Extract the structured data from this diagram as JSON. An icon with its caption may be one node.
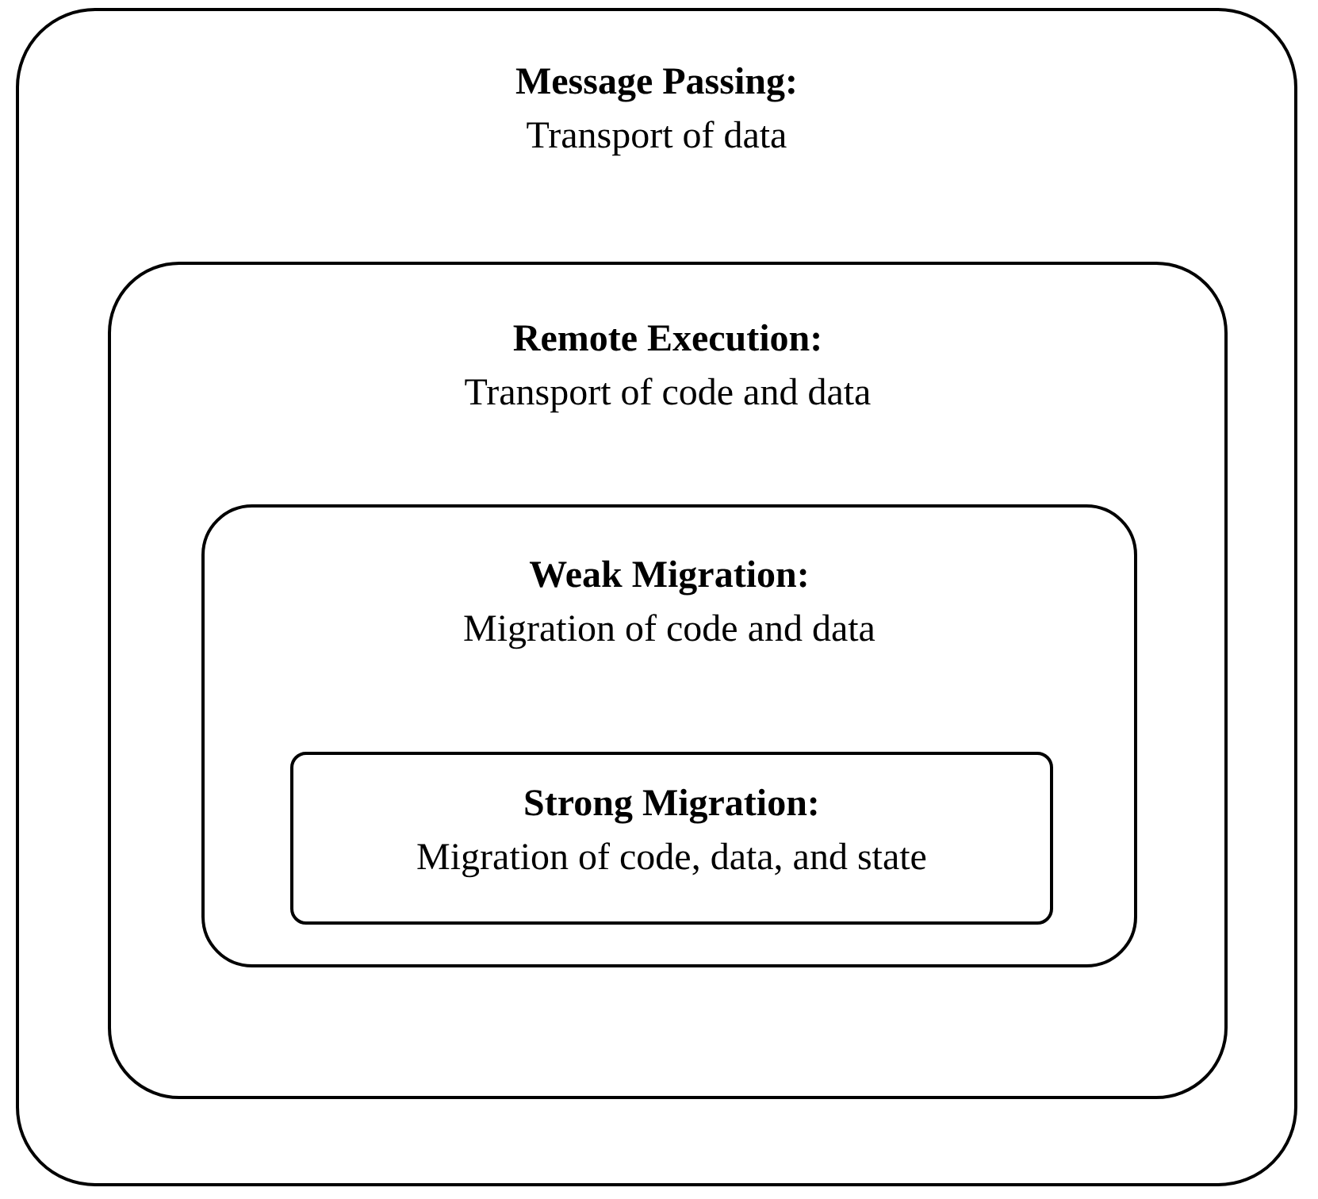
{
  "diagram": {
    "nodes": [
      {
        "text": [
          "Message Passing:",
          "Transport of data"
        ]
      },
      {
        "text": [
          "Remote Execution:",
          "Transport of code and data"
        ],
        "in": 0
      },
      {
        "text": [
          "Weak Migration:",
          "Migration of code and data"
        ],
        "in": 1
      },
      {
        "text": [
          "Strong Migration:",
          "Migration of code, data, and state"
        ],
        "in": 2
      }
    ]
  }
}
